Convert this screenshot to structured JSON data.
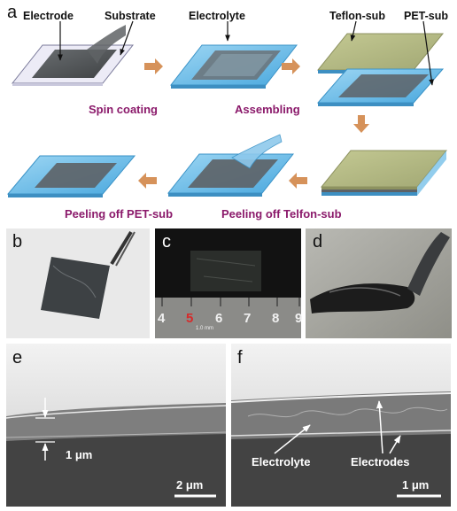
{
  "panel_a": {
    "letter": "a",
    "labels": {
      "electrode": "Electrode",
      "substrate": "Substrate",
      "electrolyte": "Electrolyte",
      "teflon_sub": "Teflon-sub",
      "pet_sub": "PET-sub"
    },
    "steps": {
      "spin_coating": "Spin coating",
      "assembling": "Assembling",
      "peeling_teflon": "Peeling off Telfon-sub",
      "peeling_pet": "Peeling off PET-sub"
    }
  },
  "panel_b": {
    "letter": "b"
  },
  "panel_c": {
    "letter": "c",
    "ruler_numbers": [
      "4",
      "5",
      "6",
      "7",
      "8",
      "9"
    ],
    "ruler_unit": "1.0 mm"
  },
  "panel_d": {
    "letter": "d"
  },
  "panel_e": {
    "letter": "e",
    "thickness": "1 μm",
    "scale_bar": "2 μm"
  },
  "panel_f": {
    "letter": "f",
    "electrolyte": "Electrolyte",
    "electrodes": "Electrodes",
    "scale_bar": "1 μm"
  },
  "colors": {
    "electrolyte_blue": "#5fb6e6",
    "electrode_gray": "#55595c",
    "teflon_olive": "#b2b884",
    "arrow_orange": "#d6925a",
    "caption_purple": "#8b1a6b"
  }
}
